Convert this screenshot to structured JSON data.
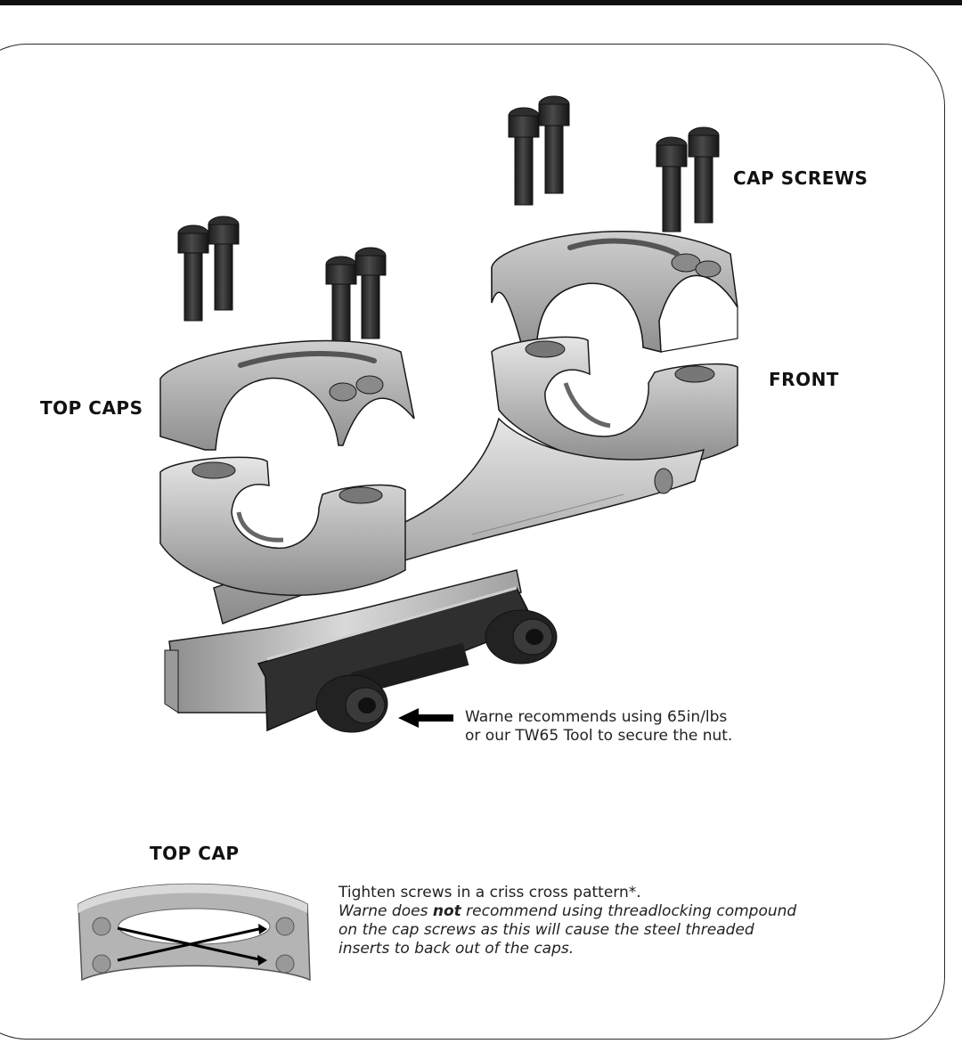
{
  "labels": {
    "cap_screws": "CAP SCREWS",
    "top_caps": "TOP CAPS",
    "front": "FRONT",
    "top_cap": "TOP CAP"
  },
  "torque_note": {
    "line1": "Warne recommends using 65in/lbs",
    "line2": "or our TW65 Tool to secure the nut."
  },
  "tighten_note": {
    "line1": "Tighten screws in a criss cross pattern*.",
    "line2_pre": "Warne does ",
    "line2_bold": "not",
    "line2_post": " recommend using threadlocking compound",
    "line3": "on the cap screws as this will cause the steel threaded",
    "line4": "inserts to back out of the caps."
  },
  "colors": {
    "metal_light": "#d4d4d4",
    "metal_mid": "#a8a8a8",
    "metal_dark": "#6e6e6e",
    "screw": "#2a2a2a",
    "outline": "#1a1a1a"
  }
}
